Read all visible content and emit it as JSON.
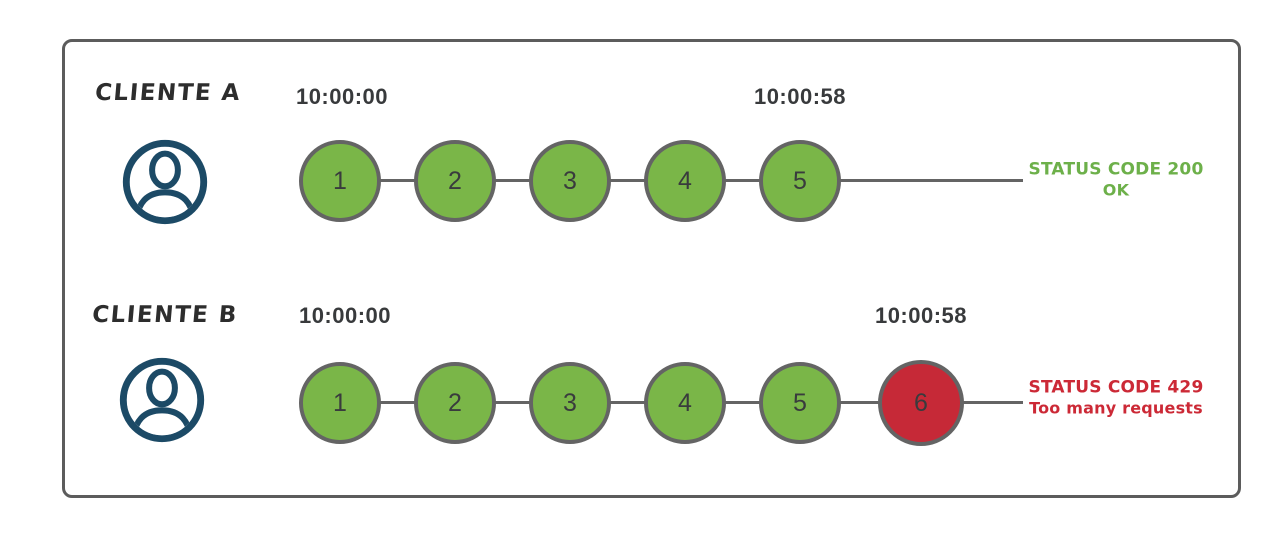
{
  "diagram": {
    "rows": [
      {
        "client_label": "CLIENTE A",
        "start_time": "10:00:00",
        "end_time": "10:00:58",
        "requests": [
          {
            "label": "1",
            "state": "ok"
          },
          {
            "label": "2",
            "state": "ok"
          },
          {
            "label": "3",
            "state": "ok"
          },
          {
            "label": "4",
            "state": "ok"
          },
          {
            "label": "5",
            "state": "ok"
          }
        ],
        "status": {
          "line1": "STATUS CODE 200",
          "line2": "OK",
          "type": "success"
        }
      },
      {
        "client_label": "CLIENTE B",
        "start_time": "10:00:00",
        "end_time": "10:00:58",
        "requests": [
          {
            "label": "1",
            "state": "ok"
          },
          {
            "label": "2",
            "state": "ok"
          },
          {
            "label": "3",
            "state": "ok"
          },
          {
            "label": "4",
            "state": "ok"
          },
          {
            "label": "5",
            "state": "ok"
          },
          {
            "label": "6",
            "state": "error"
          }
        ],
        "status": {
          "line1": "STATUS CODE 429",
          "line2": "Too many requests",
          "type": "error"
        }
      }
    ],
    "colors": {
      "ok_fill": "#7ab648",
      "error_fill": "#c62937",
      "success_text": "#6db04a",
      "error_text": "#cc2936",
      "stroke": "#646464",
      "avatar": "#1c4a66"
    }
  }
}
